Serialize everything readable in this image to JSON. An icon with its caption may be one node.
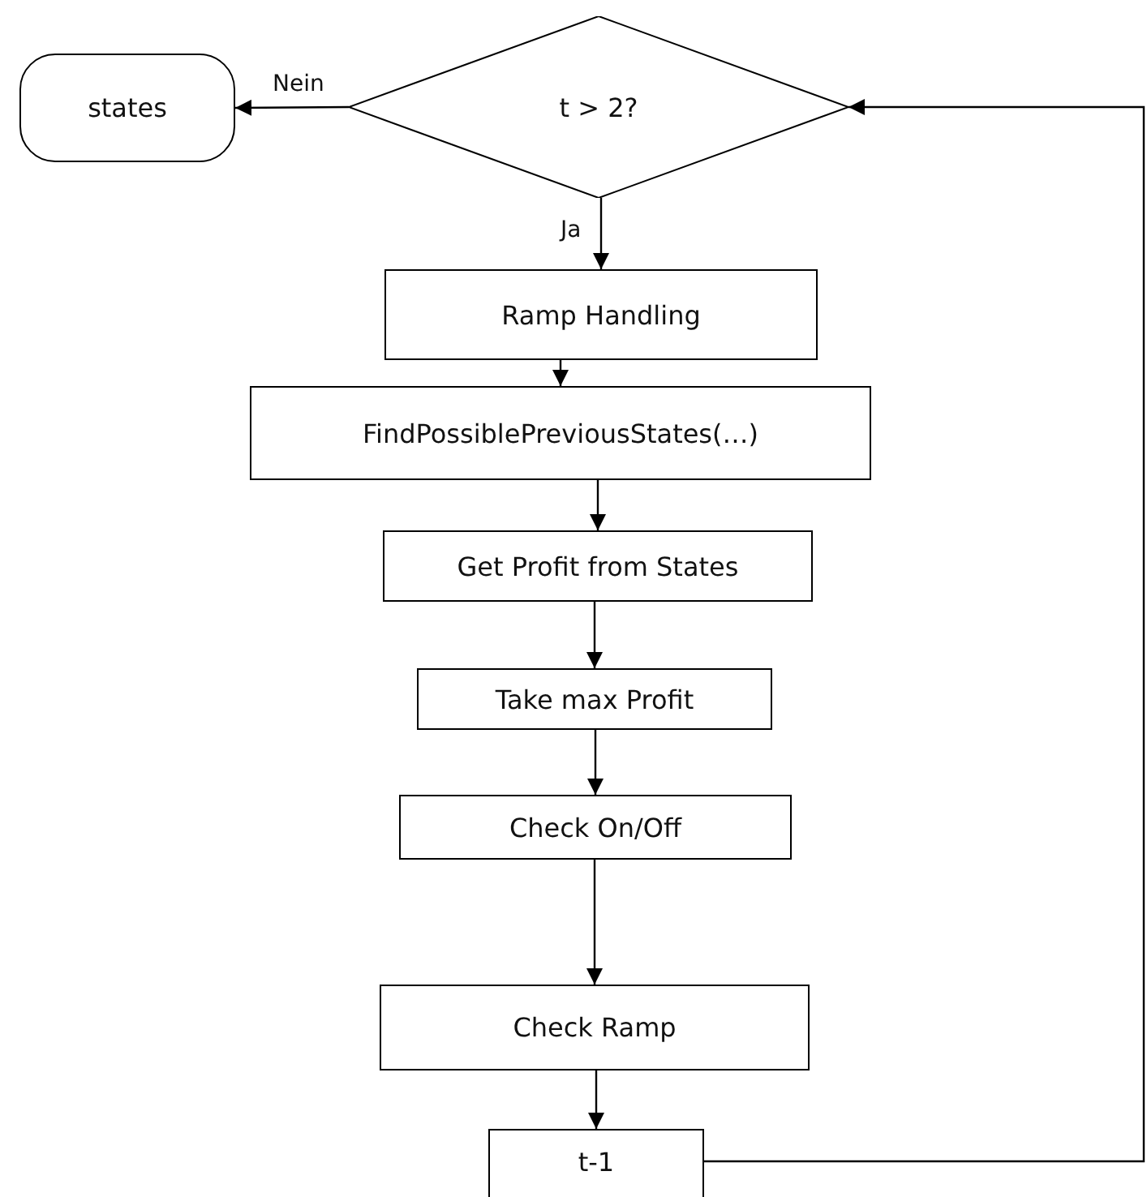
{
  "diagram": {
    "nodes": [
      {
        "text": [
          "states"
        ]
      },
      {
        "text": [
          "t > 2?"
        ]
      },
      {
        "text": [
          "Ramp Handling"
        ]
      },
      {
        "text": [
          "FindPossiblePreviousStates(…)"
        ]
      },
      {
        "text": [
          "Get Profit from States"
        ]
      },
      {
        "text": [
          "Take max Profit"
        ]
      },
      {
        "text": [
          "Check On/Off"
        ]
      },
      {
        "text": [
          "Check Ramp"
        ]
      },
      {
        "text": [
          "t-1"
        ]
      }
    ],
    "edges": [
      {
        "from": 1,
        "to": 0,
        "arrow": "to",
        "label": "Nein"
      },
      {
        "from": 1,
        "to": 2,
        "arrow": "to",
        "label": "Ja"
      },
      {
        "from": 2,
        "to": 3,
        "arrow": "to"
      },
      {
        "from": 3,
        "to": 4,
        "arrow": "to"
      },
      {
        "from": 4,
        "to": 5,
        "arrow": "to"
      },
      {
        "from": 5,
        "to": 6,
        "arrow": "to"
      },
      {
        "from": 6,
        "to": 7,
        "arrow": "to"
      },
      {
        "from": 7,
        "to": 8,
        "arrow": "to"
      },
      {
        "from": 8,
        "to": 1,
        "arrow": "to"
      }
    ]
  }
}
